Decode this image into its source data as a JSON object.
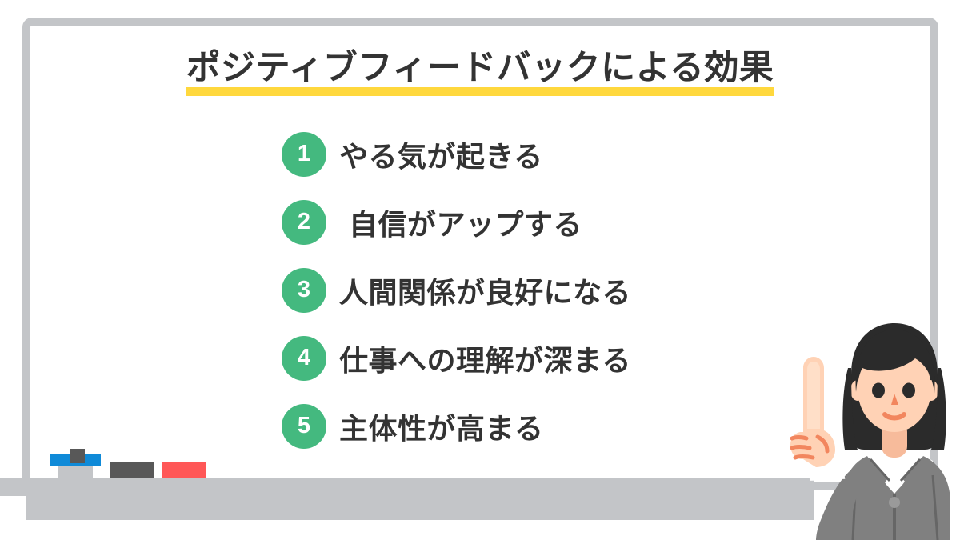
{
  "slide": {
    "title": "ポジティブフィードバックによる効果",
    "underline_color": "#ffd83d",
    "title_color": "#333333",
    "background_color": "#ffffff"
  },
  "list": {
    "badge_color": "#44b97f",
    "badge_text_color": "#ffffff",
    "items": [
      {
        "number": "1",
        "label": "やる気が起きる"
      },
      {
        "number": "2",
        "label": "自信がアップする"
      },
      {
        "number": "3",
        "label": "人間関係が良好になる"
      },
      {
        "number": "4",
        "label": "仕事への理解が深まる"
      },
      {
        "number": "5",
        "label": "主体性が高まる"
      }
    ]
  },
  "whiteboard": {
    "frame_color": "#c3c5c8",
    "tray_color": "#c3c5c8",
    "supplies": [
      {
        "name": "eraser",
        "color": "#0f8ad8",
        "handle_color": "#585858"
      },
      {
        "name": "black-marker",
        "color": "#585858"
      },
      {
        "name": "red-marker",
        "color": "#ff5757"
      }
    ]
  },
  "person": {
    "description": "presenter-pointing-up",
    "hair_color": "#2b2b2b",
    "skin_color": "#ffd2b5",
    "suit_color": "#808080",
    "shirt_color": "#ffffff",
    "accent_color": "#f2865e"
  }
}
